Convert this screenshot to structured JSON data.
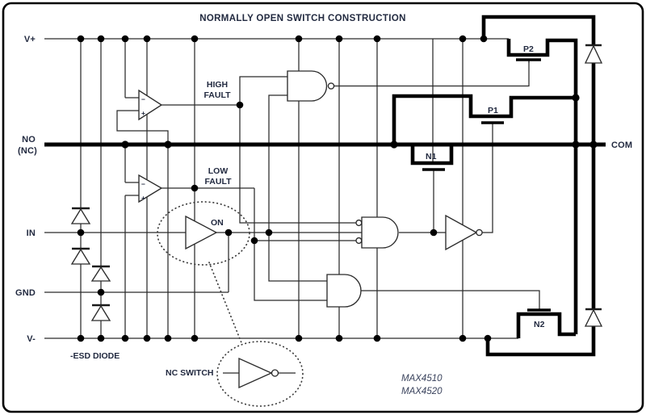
{
  "title": "NORMALLY OPEN SWITCH CONSTRUCTION",
  "ports": {
    "vplus": "V+",
    "no": "NO",
    "nc": "(NC)",
    "in": "IN",
    "gnd": "GND",
    "vminus": "V-",
    "com": "COM"
  },
  "annotations": {
    "high_fault_line1": "HIGH",
    "high_fault_line2": "FAULT",
    "low_fault_line1": "LOW",
    "low_fault_line2": "FAULT",
    "on": "ON",
    "nc_switch": "NC SWITCH",
    "esd_diode": "-ESD DIODE",
    "part_number_1": "MAX4510",
    "part_number_2": "MAX4520"
  },
  "transistors": {
    "p2": "P2",
    "p1": "P1",
    "n1": "N1",
    "n2": "N2"
  },
  "comparator_signs": {
    "minus": "−",
    "plus": "+"
  },
  "colors": {
    "background": "#ffffff",
    "wire": "#2b2b2b",
    "thick_wire": "#000000",
    "label_text": "#222a40",
    "part_text": "#39425c"
  }
}
